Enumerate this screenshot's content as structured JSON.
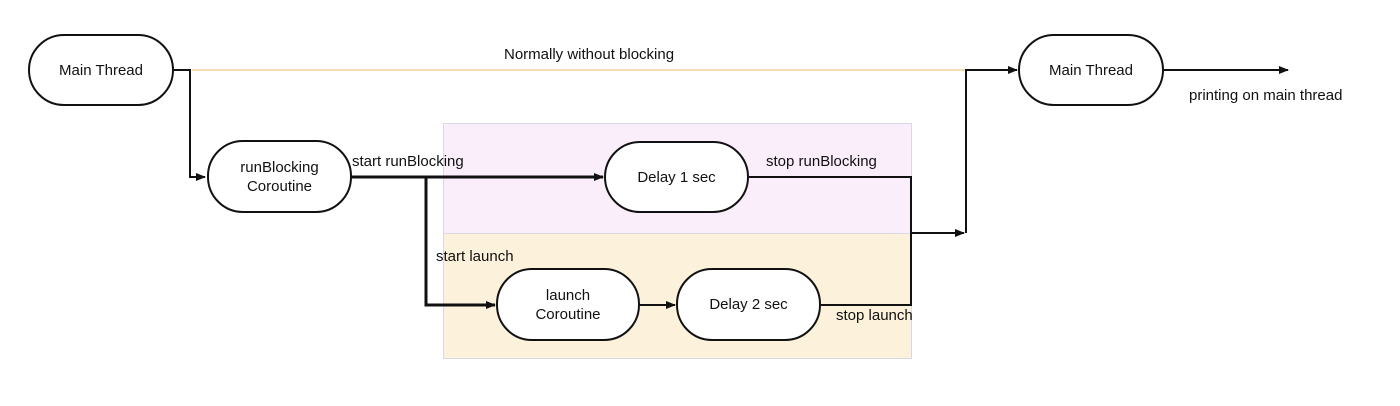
{
  "colors": {
    "stroke": "#111111",
    "non_blocking_line": "#f2dcb8",
    "runblocking_region_fill": "#fbeefb",
    "launch_region_fill": "#fcf1da",
    "region_border": "#d8d8e6"
  },
  "nodes": {
    "main_thread_start": {
      "lines": [
        "Main Thread"
      ]
    },
    "run_blocking": {
      "lines": [
        "runBlocking",
        "Coroutine"
      ]
    },
    "delay_1": {
      "lines": [
        "Delay 1 sec"
      ]
    },
    "launch": {
      "lines": [
        "launch",
        "Coroutine"
      ]
    },
    "delay_2": {
      "lines": [
        "Delay 2 sec"
      ]
    },
    "main_thread_end": {
      "lines": [
        "Main Thread"
      ]
    }
  },
  "edge_labels": {
    "normal": "Normally without blocking",
    "start_run_blocking": "start runBlocking",
    "stop_run_blocking": "stop runBlocking",
    "start_launch": "start launch",
    "stop_launch": "stop launch",
    "printing": "printing on main thread"
  }
}
